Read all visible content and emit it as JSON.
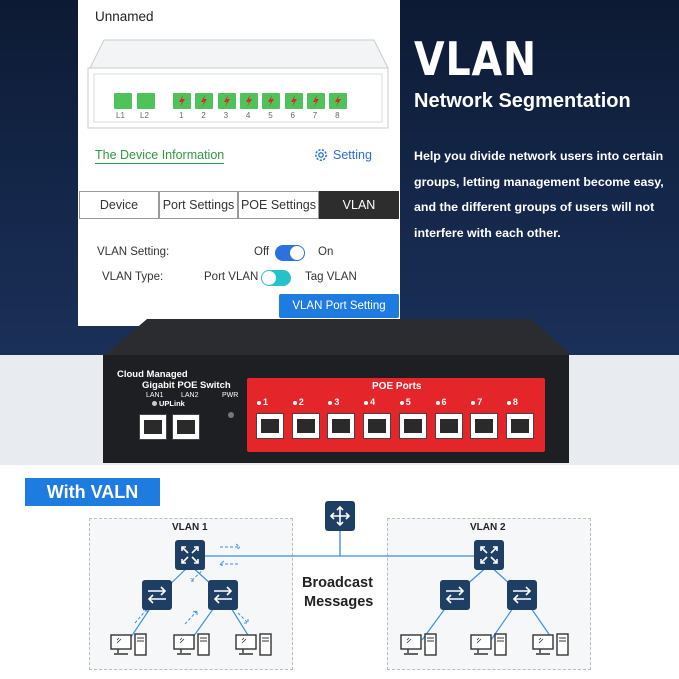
{
  "hero": {
    "title": "VLAN",
    "subtitle": "Network Segmentation",
    "description": "Help you divide network users into certain groups, letting management become easy, and the different groups of users will not interfere with each other."
  },
  "app": {
    "device_name": "Unnamed",
    "uplink_ports": [
      "L1",
      "L2"
    ],
    "poe_ports": [
      "1",
      "2",
      "3",
      "4",
      "5",
      "6",
      "7",
      "8"
    ],
    "device_info_link": "The Device Information",
    "setting_label": "Setting",
    "tabs": [
      {
        "label": "Device",
        "active": false
      },
      {
        "label": "Port Settings",
        "active": false
      },
      {
        "label": "POE Settings",
        "active": false
      },
      {
        "label": "VLAN",
        "active": true
      }
    ],
    "vlan_setting": {
      "label": "VLAN Setting:",
      "off": "Off",
      "on": "On",
      "enabled": true
    },
    "vlan_type": {
      "label": "VLAN Type:",
      "left": "Port VLAN",
      "right": "Tag VLAN",
      "selected": "Port VLAN"
    },
    "port_setting_button": "VLAN Port Setting"
  },
  "switch": {
    "label_line1": "Cloud Managed",
    "label_line2": "Gigabit POE Switch",
    "lan1": "LAN1",
    "lan2": "LAN2",
    "uplink": "UPLink",
    "pwr": "PWR",
    "poe_title": "POE Ports",
    "poe_ports": [
      "1",
      "2",
      "3",
      "4",
      "5",
      "6",
      "7",
      "8"
    ]
  },
  "diagram": {
    "badge": "With VALN",
    "vlan1": "VLAN 1",
    "vlan2": "VLAN 2",
    "broadcast_line1": "Broadcast",
    "broadcast_line2": "Messages"
  },
  "colors": {
    "accent_blue": "#1e7be0",
    "navy": "#1e3e64",
    "poe_red": "#e4262a",
    "port_green": "#4dc35a"
  }
}
